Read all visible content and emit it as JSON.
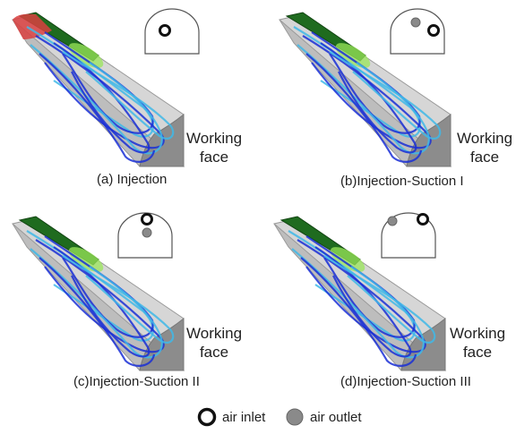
{
  "panels": [
    {
      "id": "a",
      "caption": "(a) Injection",
      "face_label_1": "Working",
      "face_label_2": "face",
      "inlet_count": 1,
      "outlet_count": 0,
      "layout": "inlet-only"
    },
    {
      "id": "b",
      "caption": "(b)Injection-Suction I",
      "face_label_1": "Working",
      "face_label_2": "face",
      "inlet_count": 1,
      "outlet_count": 1,
      "layout": "outlet-left-high"
    },
    {
      "id": "c",
      "caption": "(c)Injection-Suction II",
      "face_label_1": "Working",
      "face_label_2": "face",
      "inlet_count": 1,
      "outlet_count": 1,
      "layout": "outlet-below"
    },
    {
      "id": "d",
      "caption": "(d)Injection-Suction III",
      "face_label_1": "Working",
      "face_label_2": "face",
      "inlet_count": 1,
      "outlet_count": 1,
      "layout": "outlet-left-level"
    }
  ],
  "legend": {
    "inlet_label": "air inlet",
    "outlet_label": "air outlet",
    "inlet_icon": "ring-icon",
    "outlet_icon": "filled-circle-icon"
  },
  "colors": {
    "tunnel_floor": "#c8c8c8",
    "tunnel_face": "#8c8c8c",
    "duct": "#1f6b1f",
    "streamline_low": "#1a2fd6",
    "streamline_mid": "#3fb8e8",
    "streamline_high": "#9ae65a",
    "hot_zone": "#d94040",
    "outlet_fill": "#8a8a8a"
  }
}
